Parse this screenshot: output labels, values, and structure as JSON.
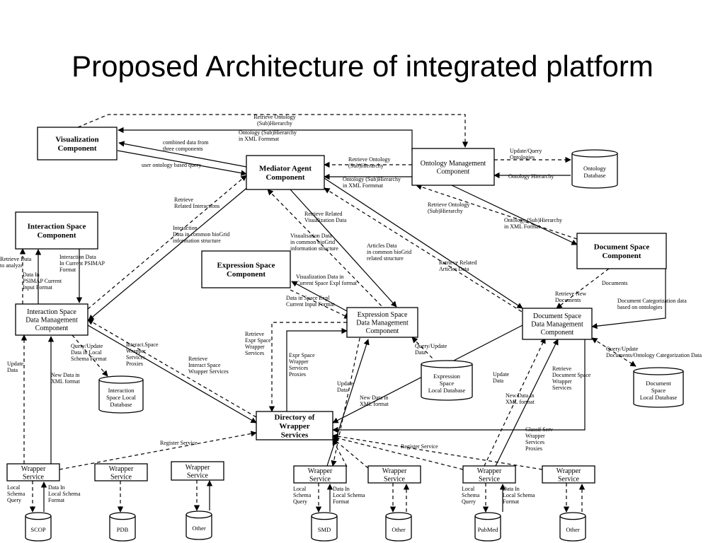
{
  "title": "Proposed Architecture of integrated platform",
  "nodes": [
    {
      "id": "viz",
      "label": [
        "Visualization",
        "Component"
      ],
      "bold": true
    },
    {
      "id": "mediator",
      "label": [
        "Mediator Agent",
        "Component"
      ],
      "bold": true
    },
    {
      "id": "ontmgmt",
      "label": [
        "Ontology Management",
        "Component"
      ],
      "bold": false
    },
    {
      "id": "ontdb",
      "label": [
        "Ontology",
        "Database"
      ],
      "shape": "cylinder"
    },
    {
      "id": "isc",
      "label": [
        "Interaction Space",
        "Component"
      ],
      "bold": true
    },
    {
      "id": "dsc",
      "label": [
        "Document Space",
        "Component"
      ],
      "bold": true
    },
    {
      "id": "esc",
      "label": [
        "Expression Space",
        "Component"
      ],
      "bold": true
    },
    {
      "id": "isdm",
      "label": [
        "Interaction Space",
        "Data Management",
        "Component"
      ],
      "bold": false
    },
    {
      "id": "esdm",
      "label": [
        "Expression Space",
        "Data Management",
        "Component"
      ],
      "bold": false
    },
    {
      "id": "dsdm",
      "label": [
        "Document Space",
        "Data Management",
        "Component"
      ],
      "bold": false
    },
    {
      "id": "isdb",
      "label": [
        "Interaction",
        "Space Local",
        "Database"
      ],
      "shape": "cylinder"
    },
    {
      "id": "esdb",
      "label": [
        "Expression",
        "Space",
        "Local Database"
      ],
      "shape": "cylinder"
    },
    {
      "id": "dsdb",
      "label": [
        "Document",
        "Space",
        "Local Database"
      ],
      "shape": "cylinder"
    },
    {
      "id": "dir",
      "label": [
        "Directory of",
        "Wrapper",
        "Services"
      ],
      "bold": true
    },
    {
      "id": "ws1",
      "label": [
        "Wrapper",
        "Service"
      ]
    },
    {
      "id": "ws2",
      "label": [
        "Wrapper",
        "Service"
      ]
    },
    {
      "id": "ws3",
      "label": [
        "Wrapper",
        "Service"
      ]
    },
    {
      "id": "ws4",
      "label": [
        "Wrapper",
        "Service"
      ]
    },
    {
      "id": "ws5",
      "label": [
        "Wrapper",
        "Service"
      ]
    },
    {
      "id": "ws6",
      "label": [
        "Wrapper",
        "Service"
      ]
    },
    {
      "id": "ws7",
      "label": [
        "Wrapper",
        "Service"
      ]
    },
    {
      "id": "db_scop",
      "label": [
        "SCOP"
      ],
      "shape": "cylinder"
    },
    {
      "id": "db_pdb",
      "label": [
        "PDB"
      ],
      "shape": "cylinder"
    },
    {
      "id": "db_other1",
      "label": [
        "Other"
      ],
      "shape": "cylinder"
    },
    {
      "id": "db_smd",
      "label": [
        "SMD"
      ],
      "shape": "cylinder"
    },
    {
      "id": "db_other2",
      "label": [
        "Other"
      ],
      "shape": "cylinder"
    },
    {
      "id": "db_pubmed",
      "label": [
        "PubMed"
      ],
      "shape": "cylinder"
    },
    {
      "id": "db_other3",
      "label": [
        "Other"
      ],
      "shape": "cylinder"
    }
  ],
  "edge_labels": [
    {
      "id": "l_ret_ont_top",
      "lines": [
        "Retrieve Ontology",
        "(Sub)Hierarchy"
      ]
    },
    {
      "id": "l_ont_xml_top",
      "lines": [
        "Ontology (Sub)Hierarchy",
        "in XML Formmat"
      ]
    },
    {
      "id": "l_combined",
      "lines": [
        "combined data from",
        "three components"
      ]
    },
    {
      "id": "l_user_ont",
      "lines": [
        "user ontology based query"
      ]
    },
    {
      "id": "l_ret_ont_mid",
      "lines": [
        "Retrieve Ontology",
        "(Sub)Hierarchy"
      ]
    },
    {
      "id": "l_ont_xml_mid",
      "lines": [
        "Ontology (Sub)Hierarchy",
        "in XML Formmat"
      ]
    },
    {
      "id": "l_update_query",
      "lines": [
        "Update/Query",
        "Ontologies"
      ]
    },
    {
      "id": "l_ont_hier",
      "lines": [
        "Ontology Hierarchy"
      ]
    },
    {
      "id": "l_ret_rel_int",
      "lines": [
        "Retrieve",
        "Related Interactions"
      ]
    },
    {
      "id": "l_int_data",
      "lines": [
        "Interaction",
        "Data in  common bioGrid",
        "information structure"
      ]
    },
    {
      "id": "l_ret_rel_viz",
      "lines": [
        "Retrieve Related",
        "Visualization Data"
      ]
    },
    {
      "id": "l_viz_data",
      "lines": [
        "Visualisation Data",
        "in common bioGrid",
        "information structure"
      ]
    },
    {
      "id": "l_articles",
      "lines": [
        "Articles Data",
        "in common bioGrid",
        "related structure"
      ]
    },
    {
      "id": "l_ret_ont_right",
      "lines": [
        "Retrieve  Ontology",
        "(Sub)Hierarchy"
      ]
    },
    {
      "id": "l_ont_xml_right",
      "lines": [
        "Ontology  (Sub)Hierarchy",
        "in XML Format"
      ]
    },
    {
      "id": "l_ret_articles",
      "lines": [
        "Retrieve Related",
        "Articles Data"
      ]
    },
    {
      "id": "l_retrieve_data",
      "lines": [
        "Retrieve Data",
        "to analyze"
      ]
    },
    {
      "id": "l_int_psimap",
      "lines": [
        "Interaction Data",
        "In Current PSIMAP",
        "Format"
      ]
    },
    {
      "id": "l_data_psimap",
      "lines": [
        "Data In",
        "PSIMAP Current",
        "Input Format"
      ]
    },
    {
      "id": "l_viz_current",
      "lines": [
        "Visualization Data in",
        "Current Space Expl format"
      ]
    },
    {
      "id": "l_data_space",
      "lines": [
        "Data in Space Expl",
        "Current Input Format"
      ]
    },
    {
      "id": "l_ret_new_docs",
      "lines": [
        "Retrieve New",
        "Documents"
      ]
    },
    {
      "id": "l_documents",
      "lines": [
        "Documents"
      ]
    },
    {
      "id": "l_doc_cat",
      "lines": [
        "Document Categorization data",
        "based on ontologies"
      ]
    },
    {
      "id": "l_update1",
      "lines": [
        "Update",
        "Data"
      ]
    },
    {
      "id": "l_new_data1",
      "lines": [
        "New Data in",
        "XML format"
      ]
    },
    {
      "id": "l_query_local",
      "lines": [
        "Query/Update",
        "Data in Local",
        "Schema Format"
      ]
    },
    {
      "id": "l_interact_proxies",
      "lines": [
        "Interact.Space",
        "Wrapper",
        "Services",
        "Proxies"
      ]
    },
    {
      "id": "l_ret_interact_ws",
      "lines": [
        "Retrieve",
        "Interact Space",
        "Wrapper Services"
      ]
    },
    {
      "id": "l_ret_expr_ws",
      "lines": [
        "Retrieve",
        "Expr Space",
        "Wrapper",
        "Services"
      ]
    },
    {
      "id": "l_expr_proxies",
      "lines": [
        "Expr Space",
        "Wrapper",
        "Services",
        "Proxies"
      ]
    },
    {
      "id": "l_update2",
      "lines": [
        "Update",
        "Data"
      ]
    },
    {
      "id": "l_new_data2",
      "lines": [
        "New Data in",
        "XML format"
      ]
    },
    {
      "id": "l_query_update2",
      "lines": [
        "Query/Update",
        "Data"
      ]
    },
    {
      "id": "l_update3",
      "lines": [
        "Update",
        "Data"
      ]
    },
    {
      "id": "l_new_data3",
      "lines": [
        "New Data in",
        "XML format"
      ]
    },
    {
      "id": "l_ret_doc_ws",
      "lines": [
        "Retrieve",
        "Document Space",
        "Wrapper",
        "Services"
      ]
    },
    {
      "id": "l_query_doc",
      "lines": [
        "Query/Update",
        "Documents/Ontology Categorization Data"
      ]
    },
    {
      "id": "l_classif",
      "lines": [
        "Classif Serv",
        "Wrapper",
        "Services",
        "Proxies"
      ]
    },
    {
      "id": "l_register1",
      "lines": [
        "Register Service"
      ]
    },
    {
      "id": "l_register2",
      "lines": [
        "Register Service"
      ]
    },
    {
      "id": "l_local_query1",
      "lines": [
        "Local",
        "Schema",
        "Query"
      ]
    },
    {
      "id": "l_data_local1",
      "lines": [
        "Data In",
        "Local Schema",
        "Format"
      ]
    },
    {
      "id": "l_local_query2",
      "lines": [
        "Local",
        "Schema",
        "Query"
      ]
    },
    {
      "id": "l_data_local2",
      "lines": [
        "Data In",
        "Local Schema",
        "Format"
      ]
    },
    {
      "id": "l_local_query3",
      "lines": [
        "Local",
        "Schema",
        "Query"
      ]
    },
    {
      "id": "l_data_local3",
      "lines": [
        "Data In",
        "Local Schema",
        "Format"
      ]
    }
  ]
}
